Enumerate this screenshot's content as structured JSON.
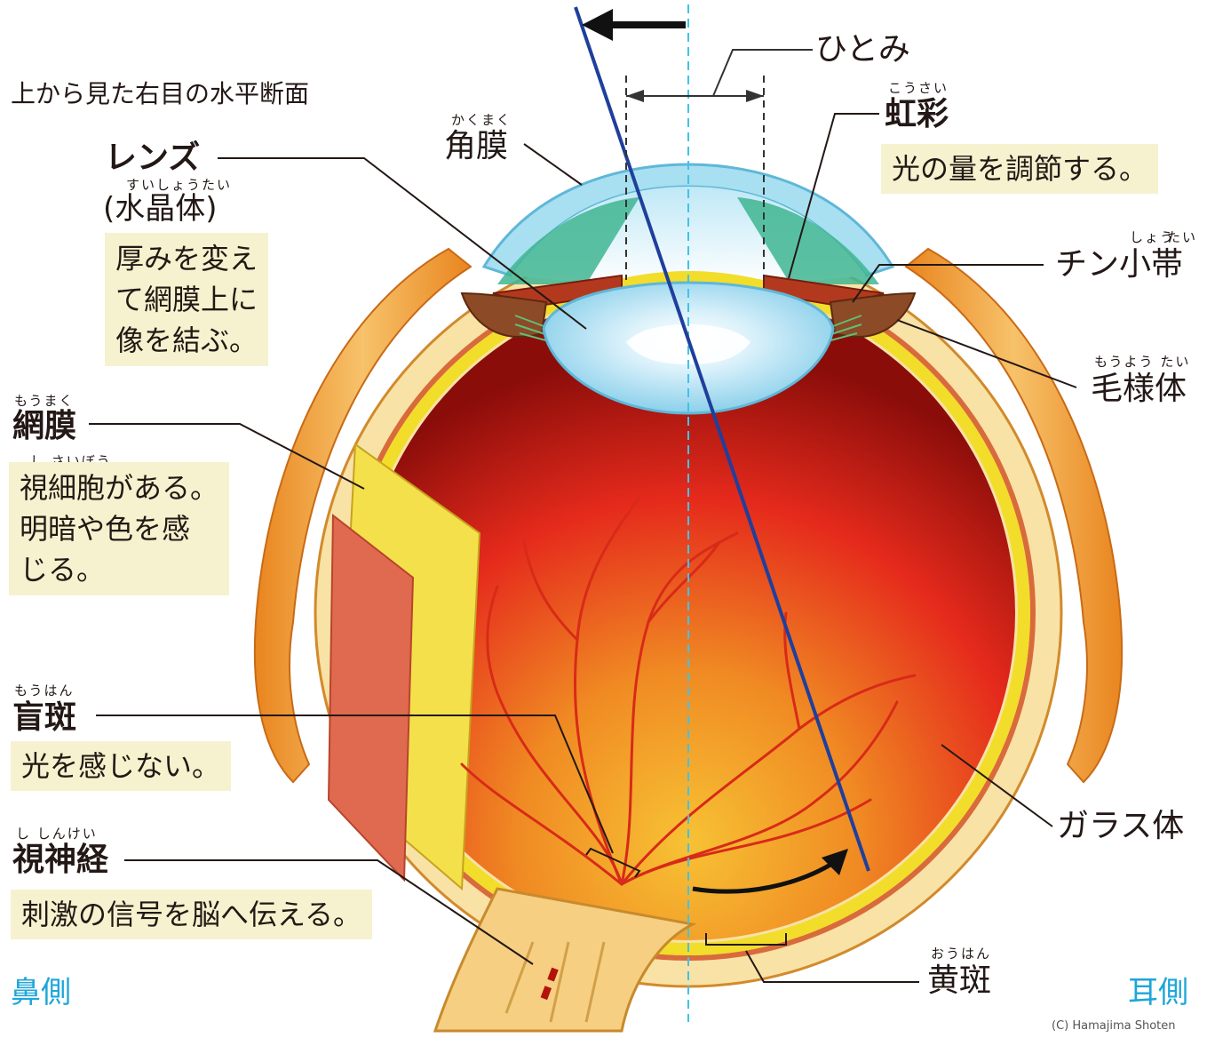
{
  "caption": "上から見た右目の水平断面",
  "labels": {
    "hitomi": "ひとみ",
    "kakumaku": {
      "ruby": "かくまく",
      "text": "角膜"
    },
    "kousai": {
      "ruby": "こうさい",
      "text": "虹彩",
      "note": "光の量を調節する。"
    },
    "lens": {
      "text": "レンズ",
      "ruby": "すいしょうたい",
      "sub": "(水晶体)",
      "note": [
        "厚みを変え",
        "て網膜上に",
        "像を結ぶ。"
      ]
    },
    "chin": {
      "ruby1": "しょう",
      "ruby2": "たい",
      "text": "チン小帯"
    },
    "mouyoutai": {
      "ruby": "もうよう たい",
      "text": "毛様体"
    },
    "moumaku": {
      "ruby": "もうまく",
      "text": "網膜",
      "ruby2": "し さいぼう",
      "note": [
        "視細胞がある。",
        "明暗や色を感",
        "じる。"
      ]
    },
    "mouhan": {
      "ruby": "もうはん",
      "text": "盲斑",
      "note": "光を感じない。"
    },
    "shinkei": {
      "ruby": "し しんけい",
      "text": "視神経",
      "note": "刺激の信号を脳へ伝える。"
    },
    "glass": "ガラス体",
    "ouhan": {
      "ruby": "おうはん",
      "text": "黄斑"
    }
  },
  "sides": {
    "left": "鼻側",
    "right": "耳側"
  },
  "credit": "(C) Hamajima Shoten",
  "colors": {
    "retina_red": "#e3231e",
    "vitreous_orange": "#f5a623",
    "sclera": "#f8e2a6",
    "retina_yellow": "#f2dd2a",
    "cornea": "#a8dff1",
    "iris": "#b3391e",
    "side_blue": "#1ea6d8",
    "line_blue": "#1f3f9c",
    "note_bg": "#f6f2cf"
  }
}
